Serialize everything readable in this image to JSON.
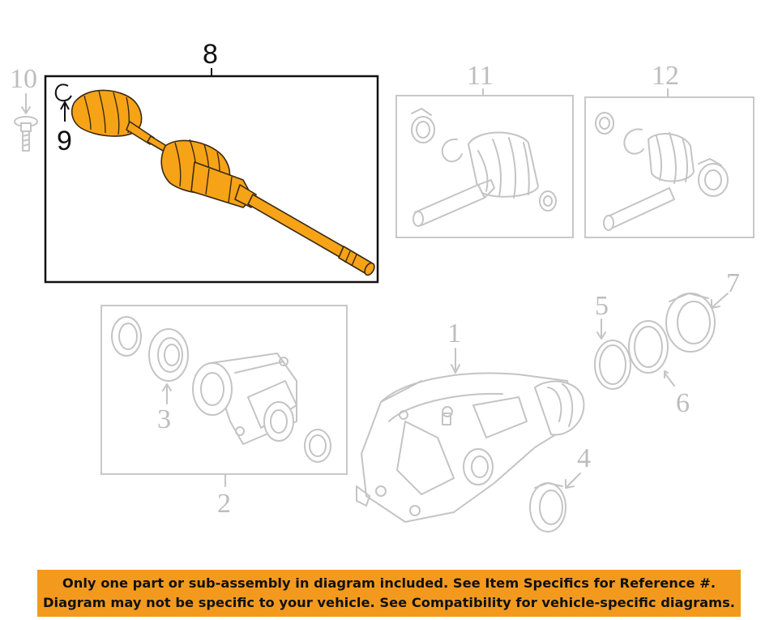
{
  "callouts": {
    "c1": "1",
    "c2": "2",
    "c3": "3",
    "c4": "4",
    "c5": "5",
    "c6": "6",
    "c7": "7",
    "c8": "8",
    "c9": "9",
    "c10": "10",
    "c11": "11",
    "c12": "12"
  },
  "banner": {
    "line1": "Only one part or sub-assembly in diagram included. See Item Specifics for Reference #.",
    "line2": "Diagram may not be specific to your vehicle. See Compatibility for vehicle-specific diagrams."
  },
  "colors": {
    "highlight": "#f7a318",
    "banner": "#f39a1e",
    "faded_lines": "#c4c4c4"
  }
}
